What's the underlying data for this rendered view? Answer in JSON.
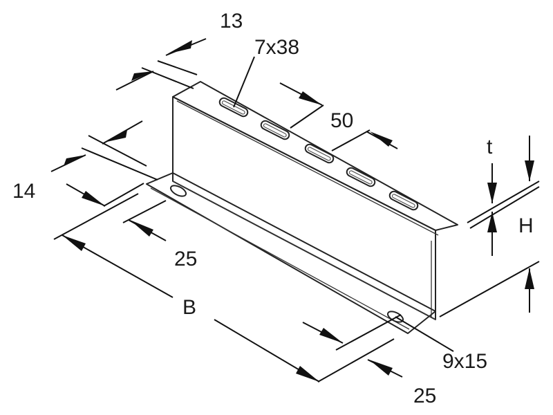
{
  "labels": {
    "slot_pitch_offset": "13",
    "slot_size": "7x38",
    "slot_spacing": "50",
    "flange_offset": "14",
    "hole_edge_left": "25",
    "width": "B",
    "hole_size": "9x15",
    "hole_edge_right": "25",
    "thickness": "t",
    "height": "H"
  },
  "colors": {
    "line": "#111111",
    "fill": "#ffffff"
  }
}
